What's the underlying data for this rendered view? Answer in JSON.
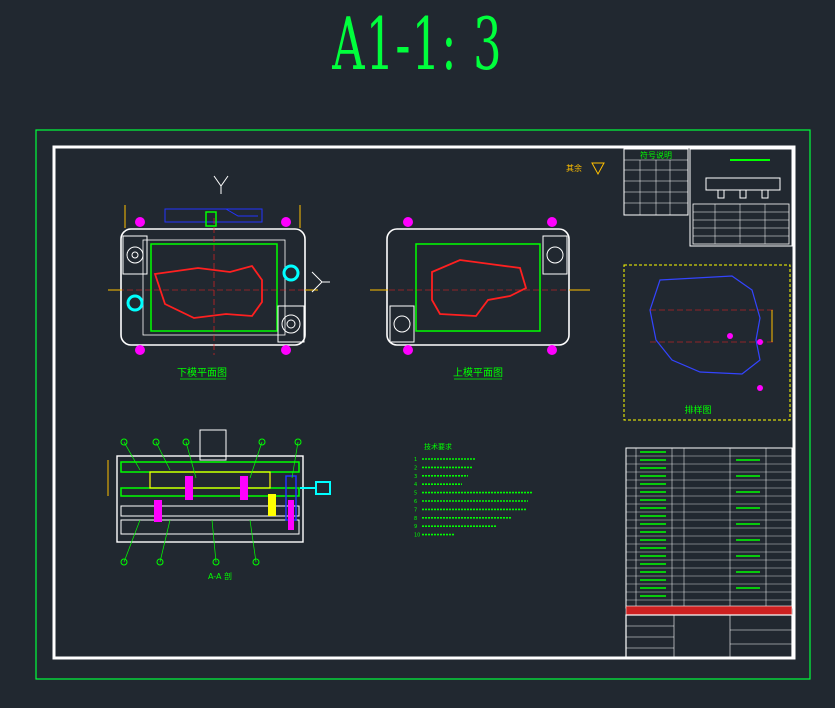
{
  "title": "A1-1: 3",
  "views": {
    "lower_plan": "下模平面图",
    "upper_plan": "上模平面图",
    "section": "A-A 剖"
  },
  "roughness_label": "其余",
  "legend_title": "符号说明",
  "blank_label": "排样图",
  "tech_title": "技术要求",
  "tech_items": [
    "1",
    "2",
    "3",
    "4",
    "5",
    "6",
    "7",
    "8",
    "9",
    "10"
  ],
  "colors": {
    "bg": "#212830",
    "frame": "#00ff3c",
    "paper": "#ffffff",
    "die": "#00ff00",
    "part": "#ff2020",
    "pin": "#ff00ff",
    "dim": "#ffbf00",
    "cyan": "#00ffff",
    "blue": "#2222ff",
    "white": "#ffffff"
  }
}
